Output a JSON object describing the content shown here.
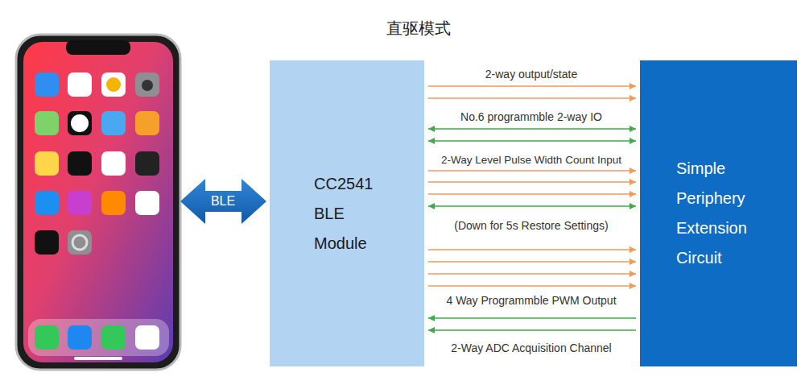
{
  "diagram": {
    "title": "直驱模式",
    "nodes": [
      {
        "text": [
          "CC2541 BLE Module"
        ]
      },
      {
        "text": [
          "Simple Periphery Extension Circuit"
        ]
      }
    ],
    "edges": [
      {
        "from": 0,
        "to": 1,
        "arrow": "to"
      },
      {
        "from": 0,
        "to": 1,
        "arrow": "to"
      },
      {
        "from": 0,
        "to": 1,
        "arrow": "both"
      },
      {
        "from": 0,
        "to": 1,
        "arrow": "both"
      },
      {
        "from": 0,
        "to": 1,
        "arrow": "to"
      },
      {
        "from": 0,
        "to": 1,
        "arrow": "to"
      },
      {
        "from": 0,
        "to": 1,
        "arrow": "to"
      },
      {
        "from": 0,
        "to": 1,
        "arrow": "both"
      },
      {
        "from": 0,
        "to": 1,
        "arrow": "to"
      },
      {
        "from": 0,
        "to": 1,
        "arrow": "to"
      },
      {
        "from": 0,
        "to": 1,
        "arrow": "to"
      },
      {
        "from": 0,
        "to": 1,
        "arrow": "to"
      },
      {
        "from": 1,
        "to": 0,
        "arrow": "to"
      },
      {
        "from": 1,
        "to": 0,
        "arrow": "to"
      }
    ],
    "labels": [
      "BLE",
      "2-way output/state",
      "No.6 programmble 2-way IO",
      "2-Way Level Pulse Width Count Input",
      "(Down for 5s Restore Settings)",
      "4 Way Programmble PWM Output",
      "2-Way ADC Acquisition Channel"
    ]
  }
}
